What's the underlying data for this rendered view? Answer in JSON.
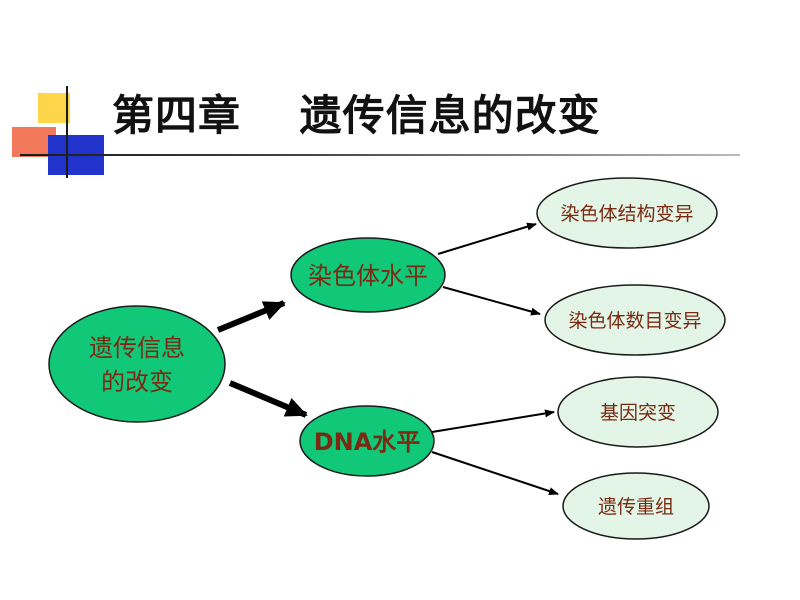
{
  "slide": {
    "title": "第四章　 遗传信息的改变"
  },
  "diagram": {
    "root": {
      "line1": "遗传信息",
      "line2": "的改变"
    },
    "level1": {
      "chromosome": "染色体水平",
      "dna": "DNA水平"
    },
    "leaves": {
      "structure": "染色体结构变异",
      "number": "染色体数目变异",
      "mutation": "基因突变",
      "recombination": "遗传重组"
    }
  },
  "colors": {
    "root_fill": "#10c878",
    "level1_fill": "#10c878",
    "leaf_fill": "#e2f5e6",
    "text": "#7a2a12"
  }
}
